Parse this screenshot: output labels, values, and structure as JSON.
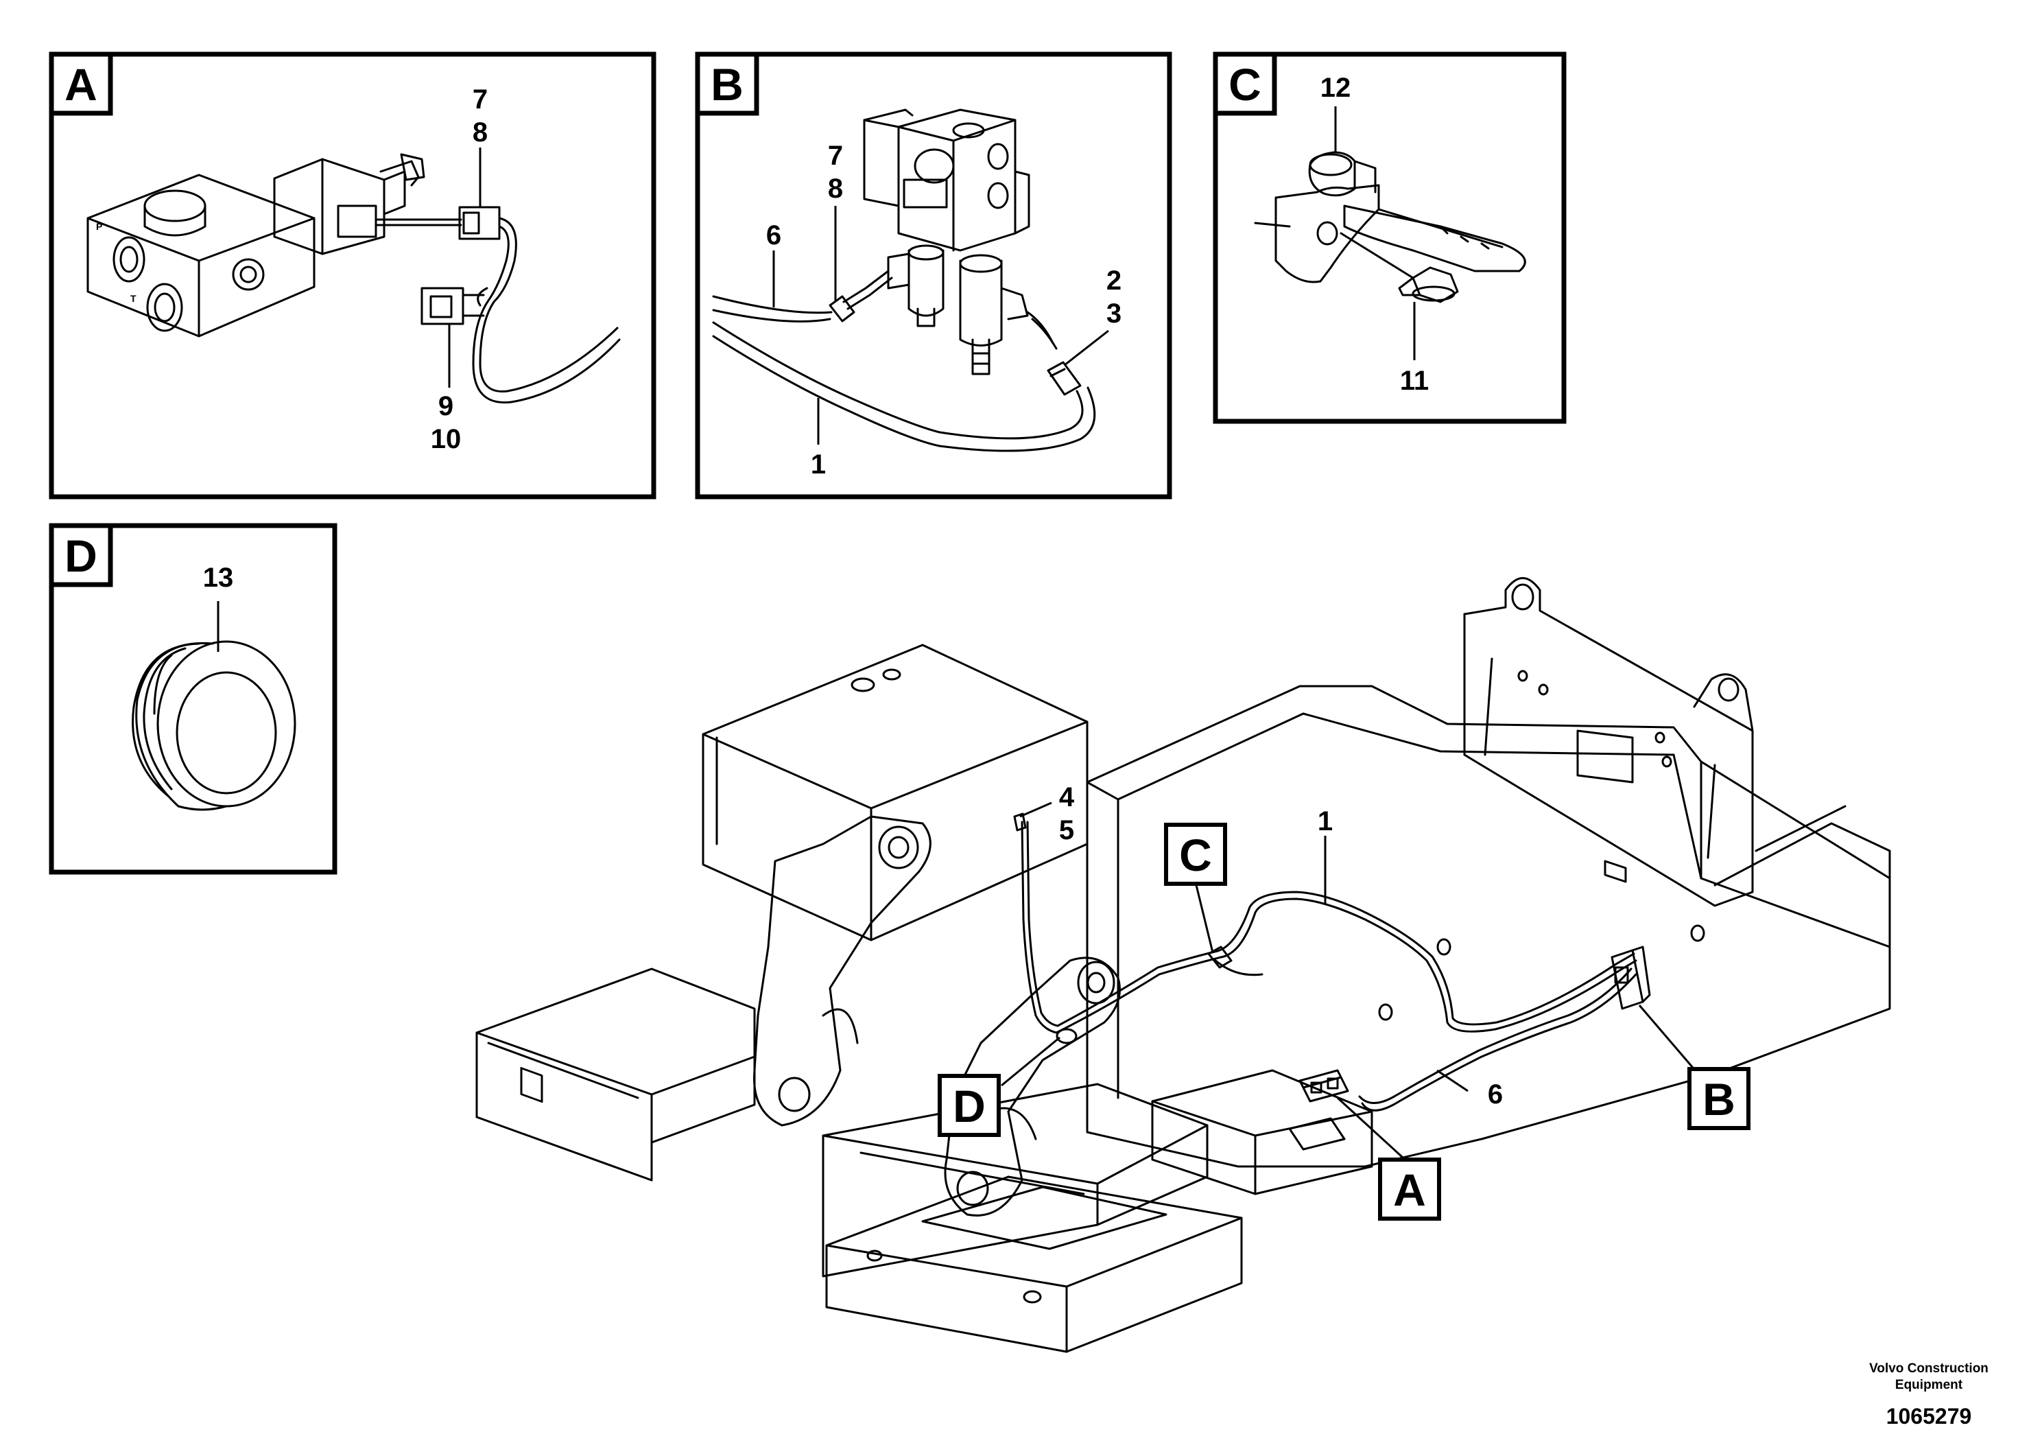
{
  "panels": {
    "a": {
      "letter": "A",
      "labels": {
        "n7": "7",
        "n8": "8",
        "n9": "9",
        "n10": "10"
      }
    },
    "b": {
      "letter": "B",
      "labels": {
        "n7": "7",
        "n8": "8",
        "n6": "6",
        "n2": "2",
        "n3": "3",
        "n1": "1"
      }
    },
    "c": {
      "letter": "C",
      "labels": {
        "n12": "12",
        "n11": "11"
      }
    },
    "d": {
      "letter": "D",
      "labels": {
        "n13": "13"
      }
    }
  },
  "main": {
    "labels": {
      "n4": "4",
      "n5": "5",
      "n1": "1",
      "n6": "6"
    },
    "callouts": {
      "c": "C",
      "d": "D",
      "a": "A",
      "b": "B"
    }
  },
  "footer": {
    "company_line1": "Volvo Construction",
    "company_line2": "Equipment",
    "drawing_number": "1065279"
  }
}
